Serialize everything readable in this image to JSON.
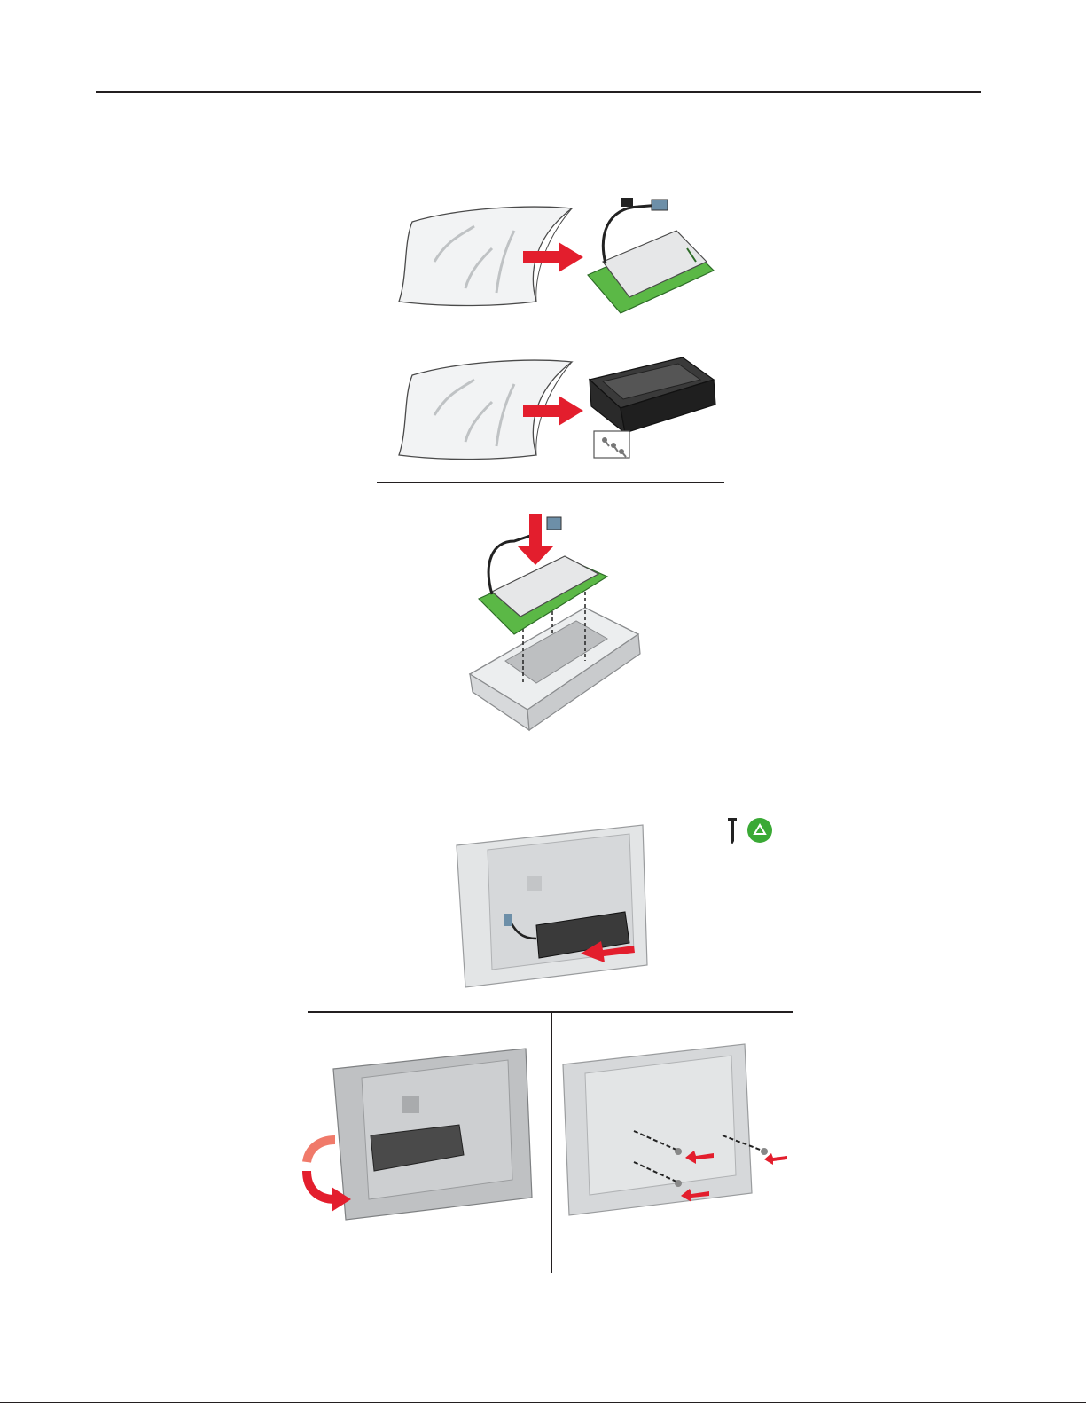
{
  "document": {
    "type": "installation-illustrations",
    "panels": [
      {
        "id": "unpack-hdd",
        "icon": "unpack-arrow-icon"
      },
      {
        "id": "unpack-enclosure",
        "icon": "unpack-arrow-icon"
      },
      {
        "id": "insert-hdd-into-enclosure",
        "icon": "down-arrow-icon"
      },
      {
        "id": "attach-hdd-to-controller-shield",
        "icon": "insert-arrow-icon"
      },
      {
        "id": "rotate-shield",
        "icon": "rotate-arrow-icon"
      },
      {
        "id": "insert-screws",
        "icon": "insert-arrow-icon"
      }
    ],
    "colors": {
      "accent_red": "#e31e2d",
      "recycle_green": "#3aa935",
      "board_green": "#5bb846",
      "rule": "#231f20"
    },
    "icons": {
      "screw": "screw-icon",
      "recycle": "recycle-icon"
    }
  }
}
